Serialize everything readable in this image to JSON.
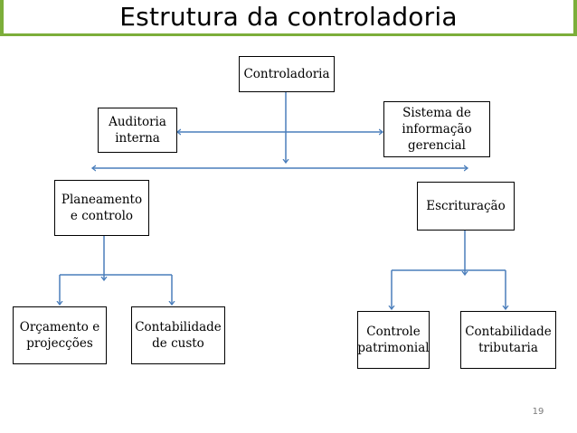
{
  "title": "Estrutura da controladoria",
  "nodes": {
    "controladoria": "Controladoria",
    "auditoria_interna": "Auditoria\ninterna",
    "sistema_informacao": "Sistema de\ninformação\ngerencial",
    "planeamento": "Planeamento\ne controlo",
    "escrituracao": "Escrituração",
    "orcamento": "Orçamento e\nprojecções",
    "contabilidade_custo": "Contabilidade\nde custo",
    "controle_patrimonial": "Controle\npatrimonial",
    "contabilidade_tributaria": "Contabilidade\ntributaria"
  },
  "page_number": "19",
  "colors": {
    "accent": "#7cae3a",
    "connector": "#4a7ebb"
  }
}
